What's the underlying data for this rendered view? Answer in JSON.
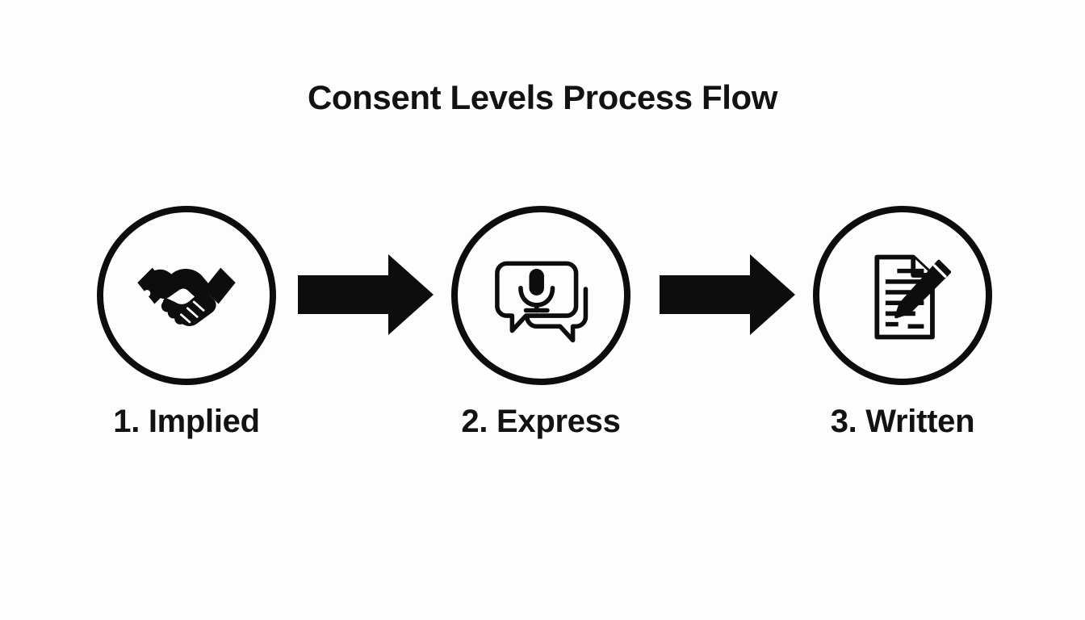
{
  "diagram": {
    "title": "Consent Levels Process Flow",
    "type": "process-flow",
    "orientation": "horizontal",
    "background_color": "#fdfdfe",
    "foreground_color": "#0d0d0d",
    "step_count": 3,
    "steps": [
      {
        "number": "1",
        "label": "1. Implied",
        "name": "Implied",
        "icon": "handshake-icon"
      },
      {
        "number": "2",
        "label": "2. Express",
        "name": "Express",
        "icon": "speech-bubbles-microphone-icon"
      },
      {
        "number": "3",
        "label": "3. Written",
        "name": "Written",
        "icon": "document-pen-icon"
      }
    ],
    "connectors": [
      {
        "from": "1. Implied",
        "to": "2. Express",
        "icon": "arrow-right-icon"
      },
      {
        "from": "2. Express",
        "to": "3. Written",
        "icon": "arrow-right-icon"
      }
    ]
  }
}
